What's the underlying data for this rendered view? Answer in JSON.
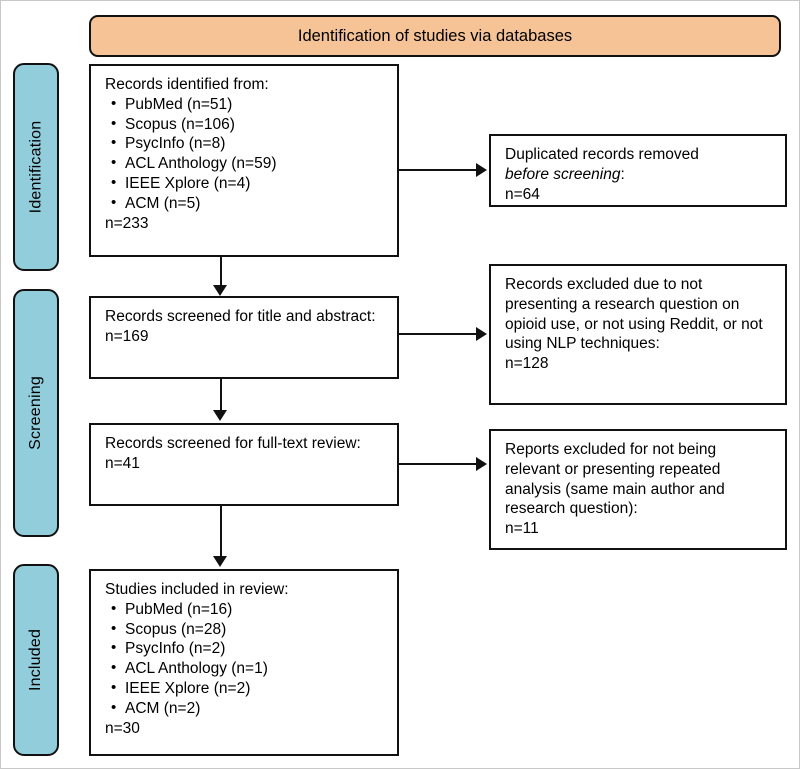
{
  "banner": {
    "title": "Identification of studies via databases"
  },
  "stages": [
    {
      "id": "identification",
      "label": "Identification"
    },
    {
      "id": "screening",
      "label": "Screening"
    },
    {
      "id": "included",
      "label": "Included"
    }
  ],
  "boxes": {
    "identified": {
      "head": "Records identified from:",
      "items": [
        "PubMed (n=51)",
        "Scopus (n=106)",
        "PsycInfo (n=8)",
        "ACL Anthology (n=59)",
        "IEEE Xplore (n=4)",
        "ACM (n=5)"
      ],
      "tail": "n=233"
    },
    "duplicates": {
      "line1": "Duplicated records removed",
      "line2_italic": "before screening",
      "line2_suffix": ":",
      "tail": "n=64"
    },
    "screened": {
      "head": "Records screened for title and abstract:",
      "tail": "n=169"
    },
    "excluded": {
      "head": "Records excluded due to not presenting a research question on opioid use, or not using Reddit, or not using NLP techniques:",
      "tail": "n=128"
    },
    "fulltext": {
      "head": "Records screened for full-text review:",
      "tail": "n=41"
    },
    "reports": {
      "head": "Reports excluded for not being relevant or presenting repeated analysis (same main author and research question):",
      "tail": "n=11"
    },
    "included": {
      "head": "Studies included in review:",
      "items": [
        "PubMed (n=16)",
        "Scopus (n=28)",
        "PsycInfo (n=2)",
        "ACL Anthology (n=1)",
        "IEEE Xplore (n=2)",
        "ACM (n=2)"
      ],
      "tail": "n=30"
    }
  },
  "colors": {
    "banner_fill": "#F5C396",
    "stage_fill": "#92CDDC",
    "stroke": "#111111",
    "box_fill": "#FFFFFF"
  },
  "chart_data": {
    "type": "diagram",
    "title": "Identification of studies via databases",
    "stages": [
      "Identification",
      "Screening",
      "Included"
    ],
    "flow": [
      {
        "step": "records_identified",
        "total": 233,
        "sources": [
          {
            "name": "PubMed",
            "n": 51
          },
          {
            "name": "Scopus",
            "n": 106
          },
          {
            "name": "PsycInfo",
            "n": 8
          },
          {
            "name": "ACL Anthology",
            "n": 59
          },
          {
            "name": "IEEE Xplore",
            "n": 4
          },
          {
            "name": "ACM",
            "n": 5
          }
        ]
      },
      {
        "step": "duplicates_removed_before_screening",
        "n": 64
      },
      {
        "step": "records_screened_title_abstract",
        "n": 169
      },
      {
        "step": "records_excluded_screening",
        "n": 128
      },
      {
        "step": "records_screened_full_text",
        "n": 41
      },
      {
        "step": "reports_excluded_full_text",
        "n": 11
      },
      {
        "step": "studies_included",
        "total": 30,
        "sources": [
          {
            "name": "PubMed",
            "n": 16
          },
          {
            "name": "Scopus",
            "n": 28
          },
          {
            "name": "PsycInfo",
            "n": 2
          },
          {
            "name": "ACL Anthology",
            "n": 1
          },
          {
            "name": "IEEE Xplore",
            "n": 2
          },
          {
            "name": "ACM",
            "n": 2
          }
        ]
      }
    ]
  }
}
